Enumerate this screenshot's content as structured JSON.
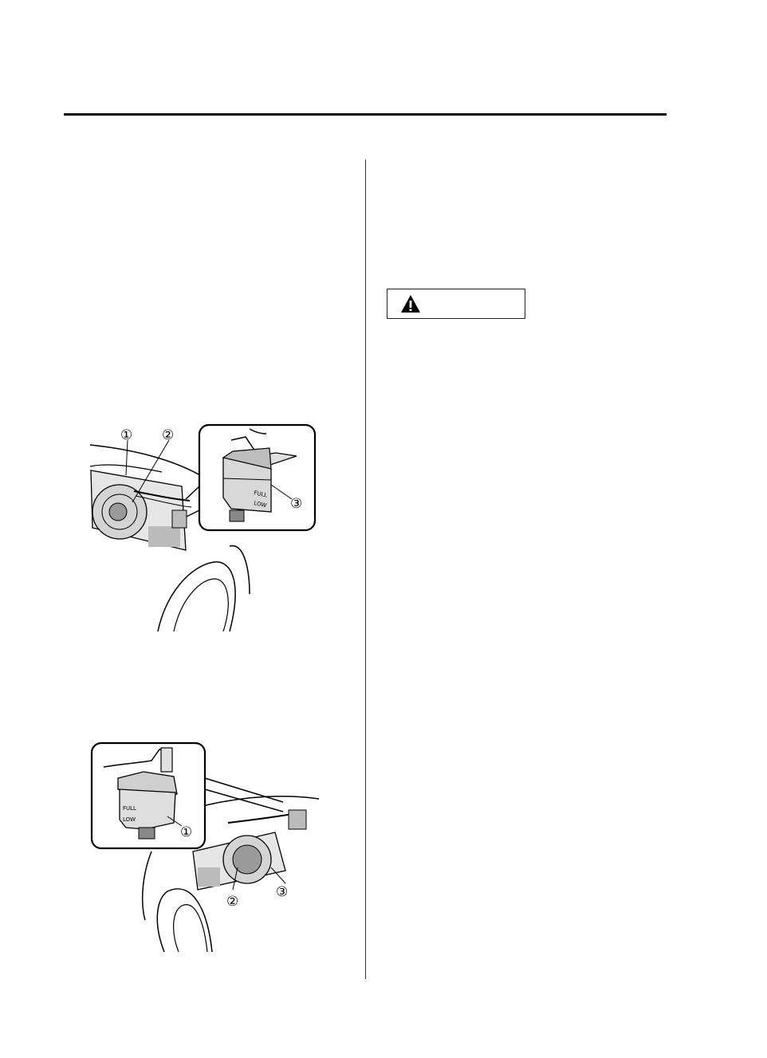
{
  "warning": {
    "label": "",
    "icon": "warning-triangle-icon"
  },
  "figure_upper": {
    "callouts": [
      "①",
      "②",
      "③"
    ],
    "reservoir_marks": [
      "FULL",
      "LOW"
    ]
  },
  "figure_lower": {
    "callouts": [
      "①",
      "②",
      "③"
    ],
    "reservoir_marks": [
      "FULL",
      "LOW"
    ]
  }
}
